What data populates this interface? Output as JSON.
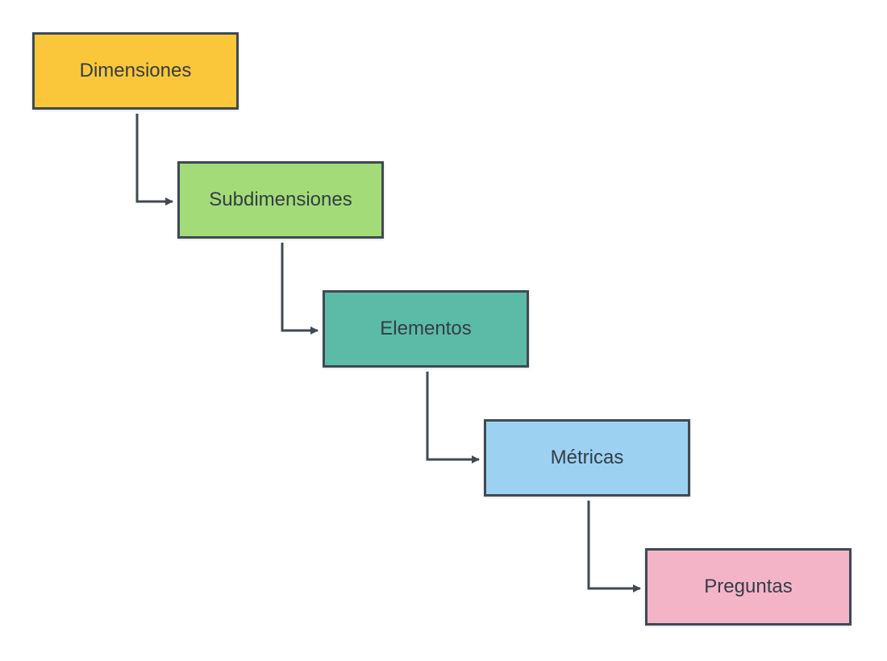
{
  "diagram": {
    "nodes": [
      {
        "label": "Dimensiones",
        "color": "#fac73b"
      },
      {
        "label": "Subdimensiones",
        "color": "#a3db78"
      },
      {
        "label": "Elementos",
        "color": "#5cbba7"
      },
      {
        "label": "Métricas",
        "color": "#9cd1f1"
      },
      {
        "label": "Preguntas",
        "color": "#f4b4c8"
      }
    ],
    "connector_color": "#3f4a52",
    "connector_type": "elbow-arrow"
  }
}
